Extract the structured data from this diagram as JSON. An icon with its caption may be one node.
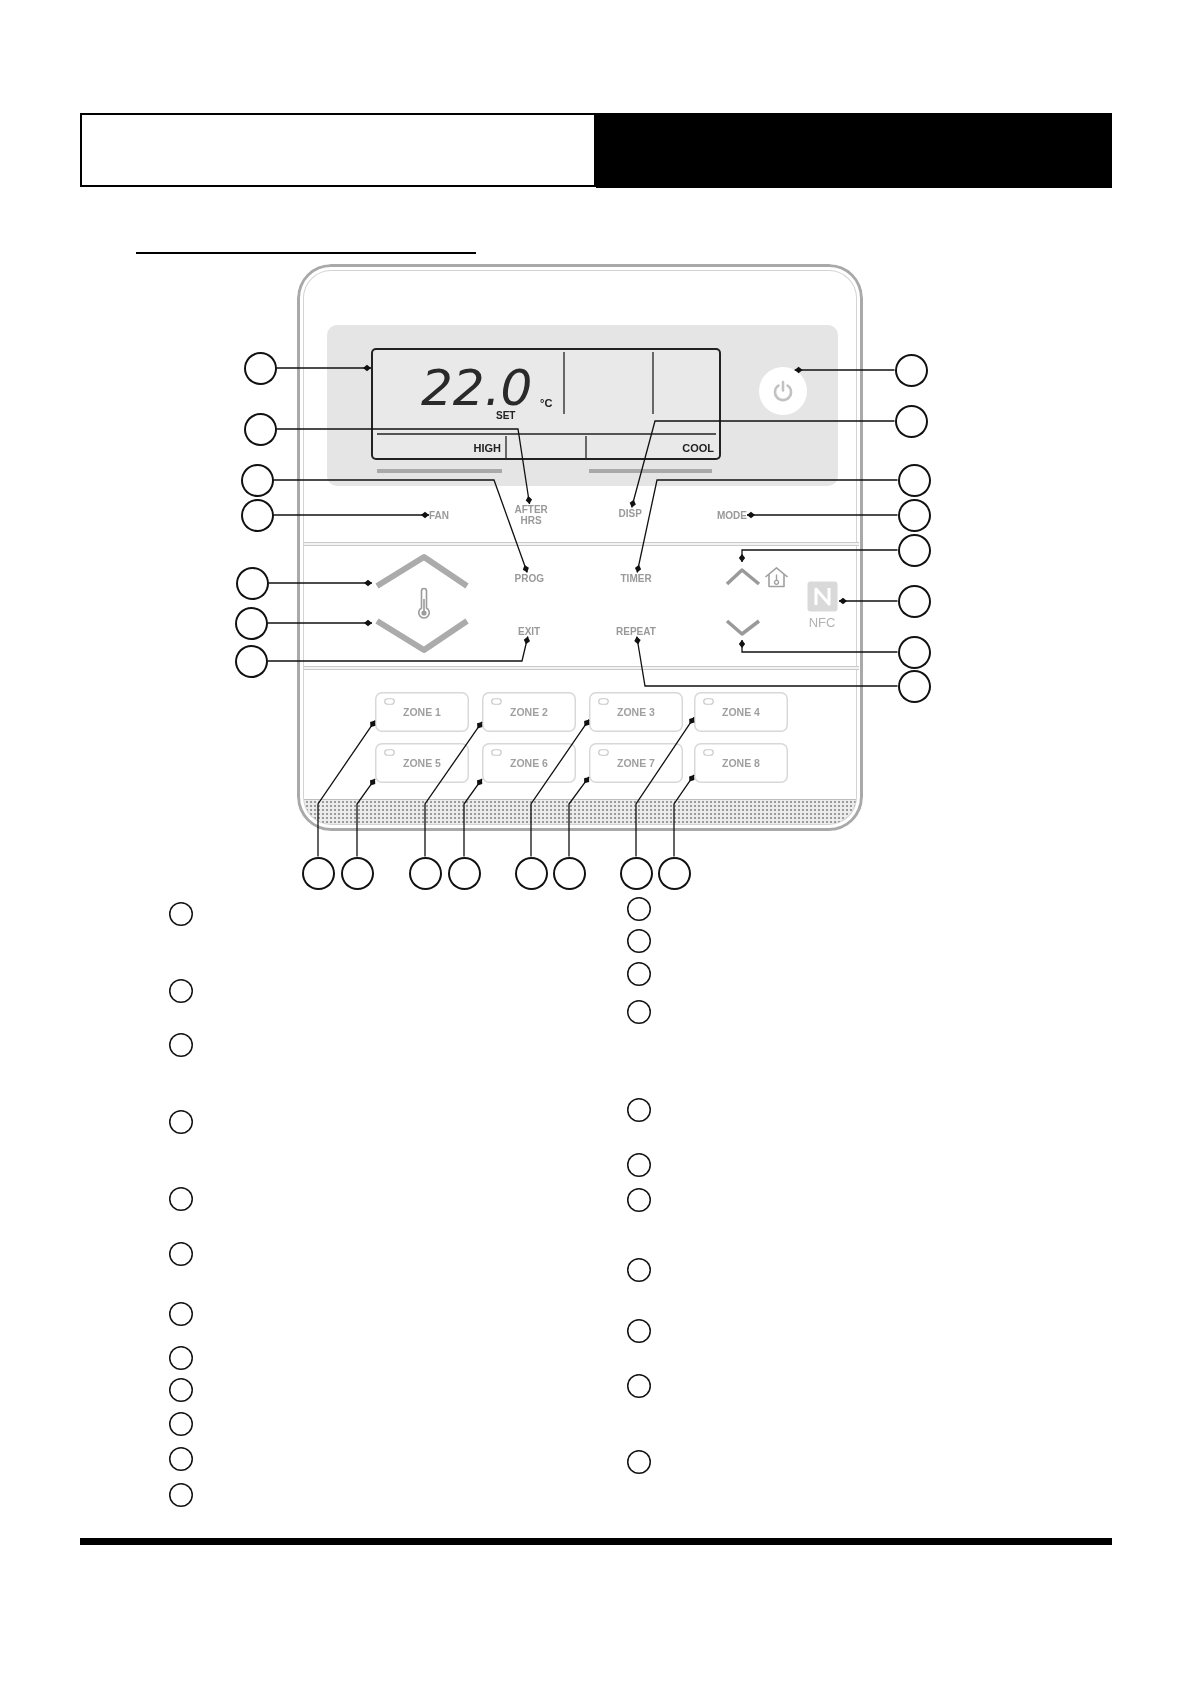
{
  "diagram": {
    "nodes": [
      {
        "text": [],
        "shape": "box"
      },
      {
        "text": [
          "22.0",
          "°C",
          "SET",
          "HIGH",
          "COOL"
        ],
        "in": 0
      },
      {
        "text": [],
        "shape": "circle",
        "in": 0
      },
      {
        "text": [
          "FAN"
        ],
        "in": 0
      },
      {
        "text": [
          "AFTER HRS"
        ],
        "in": 0
      },
      {
        "text": [
          "DISP"
        ],
        "in": 0
      },
      {
        "text": [
          "MODE"
        ],
        "in": 0
      },
      {
        "text": [],
        "shape": "chevron",
        "in": 0
      },
      {
        "text": [
          "PROG"
        ],
        "in": 0
      },
      {
        "text": [
          "TIMER"
        ],
        "in": 0
      },
      {
        "text": [],
        "shape": "chevron",
        "in": 0
      },
      {
        "text": [
          "NFC"
        ],
        "in": 0
      },
      {
        "text": [],
        "shape": "chevron",
        "in": 0
      },
      {
        "text": [
          "EXIT"
        ],
        "in": 0
      },
      {
        "text": [
          "REPEAT"
        ],
        "in": 0
      },
      {
        "text": [],
        "shape": "chevron",
        "in": 0
      },
      {
        "text": [
          "ZONE 1"
        ],
        "in": 0
      },
      {
        "text": [
          "ZONE 2"
        ],
        "in": 0
      },
      {
        "text": [
          "ZONE 3"
        ],
        "in": 0
      },
      {
        "text": [
          "ZONE 4"
        ],
        "in": 0
      },
      {
        "text": [
          "ZONE 5"
        ],
        "in": 0
      },
      {
        "text": [
          "ZONE 6"
        ],
        "in": 0
      },
      {
        "text": [
          "ZONE 7"
        ],
        "in": 0
      },
      {
        "text": [
          "ZONE 8"
        ],
        "in": 0
      },
      {
        "text": [],
        "shape": "circle"
      },
      {
        "text": [],
        "shape": "circle"
      },
      {
        "text": [],
        "shape": "circle"
      },
      {
        "text": [],
        "shape": "circle"
      },
      {
        "text": [],
        "shape": "circle"
      },
      {
        "text": [],
        "shape": "circle"
      },
      {
        "text": [],
        "shape": "circle"
      },
      {
        "text": [],
        "shape": "circle"
      },
      {
        "text": [],
        "shape": "circle"
      },
      {
        "text": [],
        "shape": "circle"
      },
      {
        "text": [],
        "shape": "circle"
      },
      {
        "text": [],
        "shape": "circle"
      },
      {
        "text": [],
        "shape": "circle"
      },
      {
        "text": [],
        "shape": "circle"
      },
      {
        "text": [],
        "shape": "circle"
      },
      {
        "text": [],
        "shape": "circle"
      },
      {
        "text": [],
        "shape": "circle"
      },
      {
        "text": [],
        "shape": "circle"
      },
      {
        "text": [],
        "shape": "circle"
      },
      {
        "text": [],
        "shape": "circle"
      },
      {
        "text": [],
        "shape": "circle"
      },
      {
        "text": [],
        "shape": "circle"
      },
      {
        "text": [],
        "shape": "circle"
      },
      {
        "text": [],
        "shape": "circle"
      },
      {
        "text": [],
        "shape": "circle"
      },
      {
        "text": [],
        "shape": "circle"
      },
      {
        "text": [],
        "shape": "circle"
      },
      {
        "text": [],
        "shape": "circle"
      },
      {
        "text": [],
        "shape": "circle"
      },
      {
        "text": [],
        "shape": "circle"
      },
      {
        "text": [],
        "shape": "circle"
      },
      {
        "text": [],
        "shape": "circle"
      },
      {
        "text": [],
        "shape": "circle"
      },
      {
        "text": [],
        "shape": "circle"
      },
      {
        "text": [],
        "shape": "circle"
      },
      {
        "text": [],
        "shape": "circle"
      },
      {
        "text": [],
        "shape": "circle"
      },
      {
        "text": [],
        "shape": "circle"
      },
      {
        "text": [],
        "shape": "circle"
      },
      {
        "text": [],
        "shape": "circle"
      },
      {
        "text": [],
        "shape": "circle"
      },
      {
        "text": [],
        "shape": "circle"
      },
      {
        "text": [],
        "shape": "circle"
      },
      {
        "text": [],
        "shape": "circle"
      },
      {
        "text": [],
        "shape": "circle"
      },
      {
        "text": [],
        "shape": "circle"
      }
    ],
    "edges": [
      {
        "from": 24,
        "to": 1,
        "arrow": "other"
      },
      {
        "from": 25,
        "to": 4,
        "arrow": "other"
      },
      {
        "from": 26,
        "to": 8,
        "arrow": "other"
      },
      {
        "from": 27,
        "to": 3,
        "arrow": "other"
      },
      {
        "from": 28,
        "to": 7,
        "arrow": "other"
      },
      {
        "from": 29,
        "to": 12,
        "arrow": "other"
      },
      {
        "from": 30,
        "to": 13,
        "arrow": "other"
      },
      {
        "from": 31,
        "to": 2,
        "arrow": "other"
      },
      {
        "from": 32,
        "to": 5,
        "arrow": "other"
      },
      {
        "from": 33,
        "to": 9,
        "arrow": "other"
      },
      {
        "from": 34,
        "to": 6,
        "arrow": "other"
      },
      {
        "from": 35,
        "to": 10,
        "arrow": "other"
      },
      {
        "from": 36,
        "to": 11,
        "arrow": "other"
      },
      {
        "from": 37,
        "to": 15,
        "arrow": "other"
      },
      {
        "from": 38,
        "to": 14,
        "arrow": "other"
      },
      {
        "from": 39,
        "to": 16,
        "arrow": "other"
      },
      {
        "from": 40,
        "to": 20,
        "arrow": "other"
      },
      {
        "from": 41,
        "to": 17,
        "arrow": "other"
      },
      {
        "from": 42,
        "to": 21,
        "arrow": "other"
      },
      {
        "from": 43,
        "to": 18,
        "arrow": "other"
      },
      {
        "from": 44,
        "to": 22,
        "arrow": "other"
      },
      {
        "from": 45,
        "to": 19,
        "arrow": "other"
      },
      {
        "from": 46,
        "to": 23,
        "arrow": "other"
      }
    ]
  }
}
